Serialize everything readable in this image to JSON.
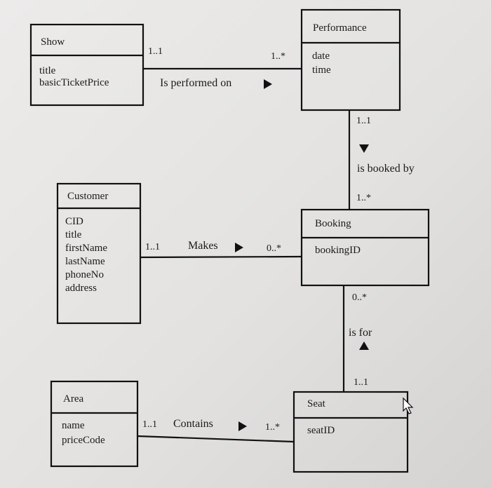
{
  "entities": {
    "show": {
      "name": "Show",
      "attributes": [
        "title",
        "basicTicketPrice"
      ]
    },
    "performance": {
      "name": "Performance",
      "attributes": [
        "date",
        "time"
      ]
    },
    "customer": {
      "name": "Customer",
      "attributes": [
        "CID",
        "title",
        "firstName",
        "lastName",
        "phoneNo",
        "address"
      ]
    },
    "booking": {
      "name": "Booking",
      "attributes": [
        "bookingID"
      ]
    },
    "area": {
      "name": "Area",
      "attributes": [
        "name",
        "priceCode"
      ]
    },
    "seat": {
      "name": "Seat",
      "attributes": [
        "seatID"
      ]
    }
  },
  "relationships": {
    "show_performance": {
      "label": "Is performed on",
      "mult_show": "1..1",
      "mult_performance": "1..*"
    },
    "performance_booking": {
      "label": "is booked by",
      "mult_performance": "1..1",
      "mult_booking": "1..*"
    },
    "customer_booking": {
      "label": "Makes",
      "mult_customer": "1..1",
      "mult_booking": "0..*"
    },
    "booking_seat": {
      "label": "is for",
      "mult_booking": "0..*",
      "mult_seat": "1..1"
    },
    "area_seat": {
      "label": "Contains",
      "mult_area": "1..1",
      "mult_seat": "1..*"
    }
  }
}
